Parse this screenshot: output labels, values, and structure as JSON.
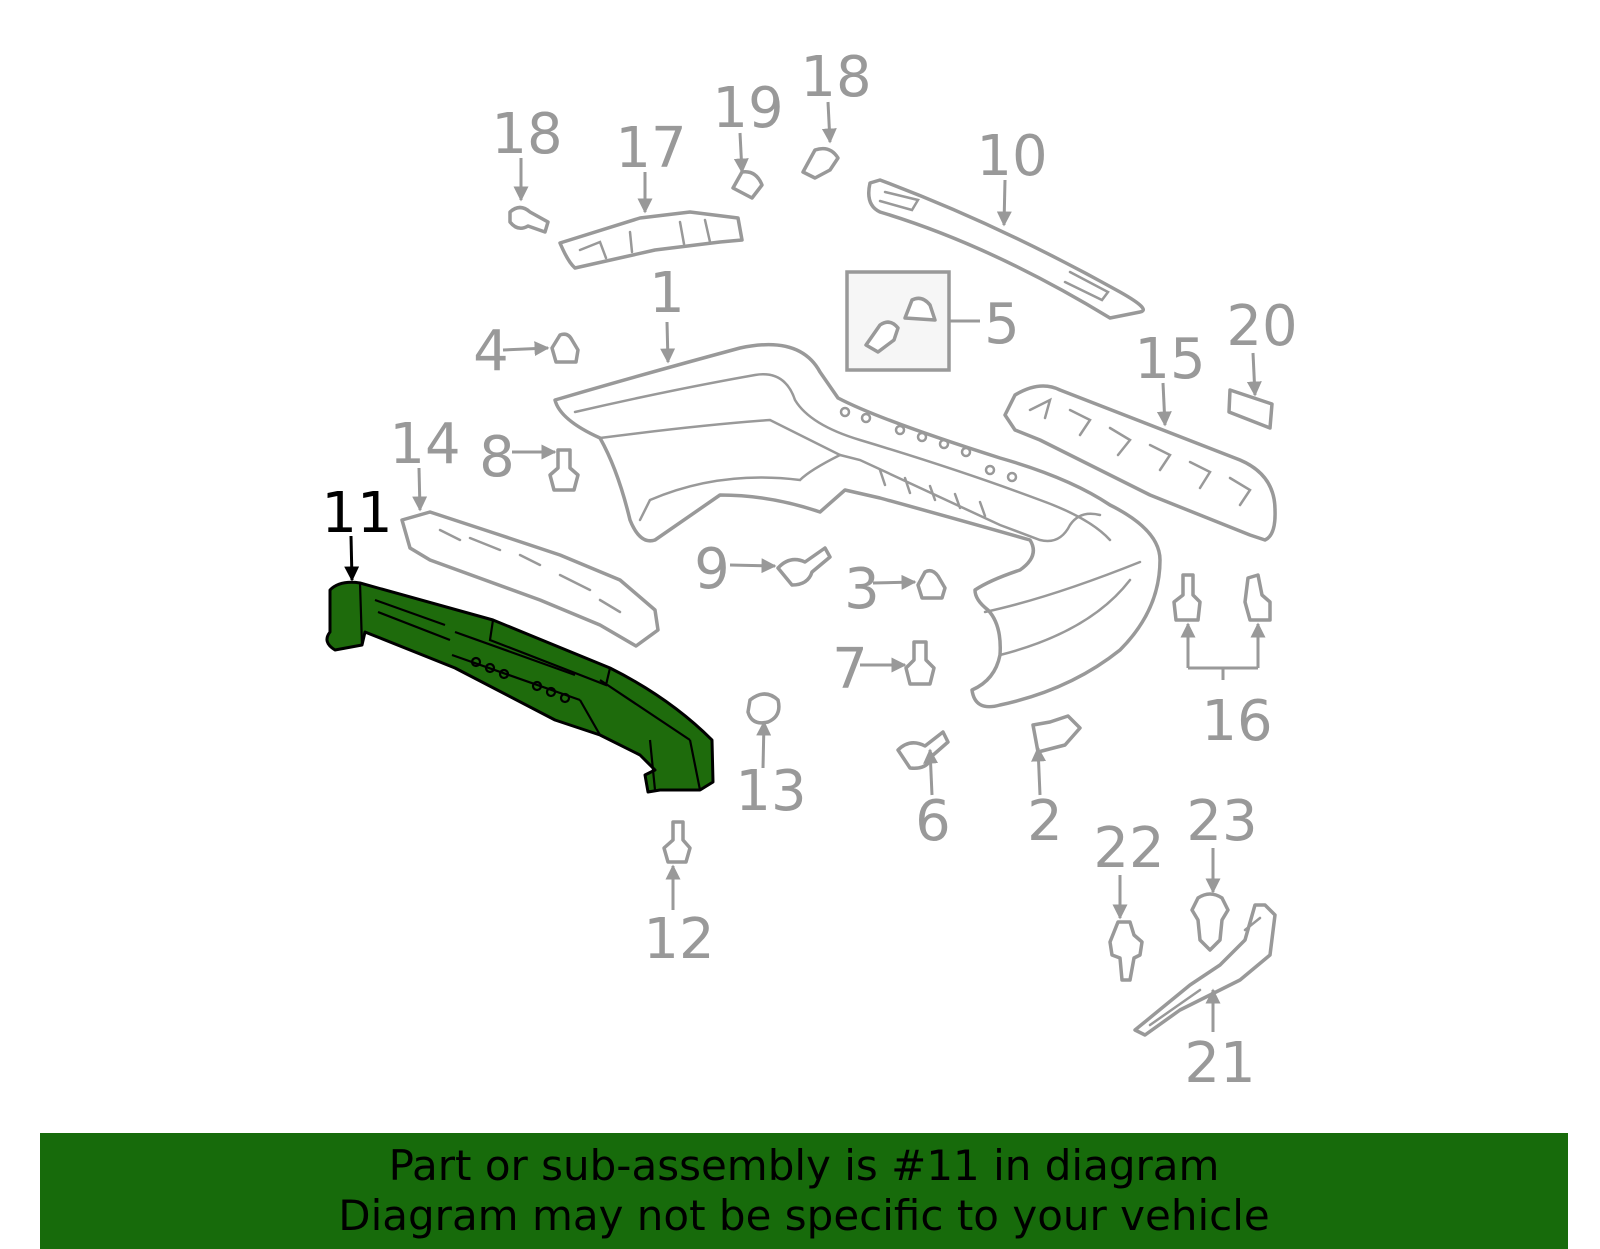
{
  "callouts": {
    "c1": "1",
    "c2": "2",
    "c3": "3",
    "c4": "4",
    "c5": "5",
    "c6": "6",
    "c7": "7",
    "c8": "8",
    "c9": "9",
    "c10": "10",
    "c11": "11",
    "c12": "12",
    "c13": "13",
    "c14": "14",
    "c15": "15",
    "c16": "16",
    "c17": "17",
    "c18a": "18",
    "c18b": "18",
    "c19": "19",
    "c20": "20",
    "c21": "21",
    "c22": "22",
    "c23": "23"
  },
  "highlight": {
    "part": "11",
    "color": "#1e6b0c"
  },
  "colors": {
    "linework": "#999999",
    "banner": "#176b0b",
    "highlight_outline": "#000000"
  },
  "banner": {
    "line1": "Part or sub-assembly is #11 in diagram",
    "line2": "Diagram may not be specific to your vehicle"
  }
}
